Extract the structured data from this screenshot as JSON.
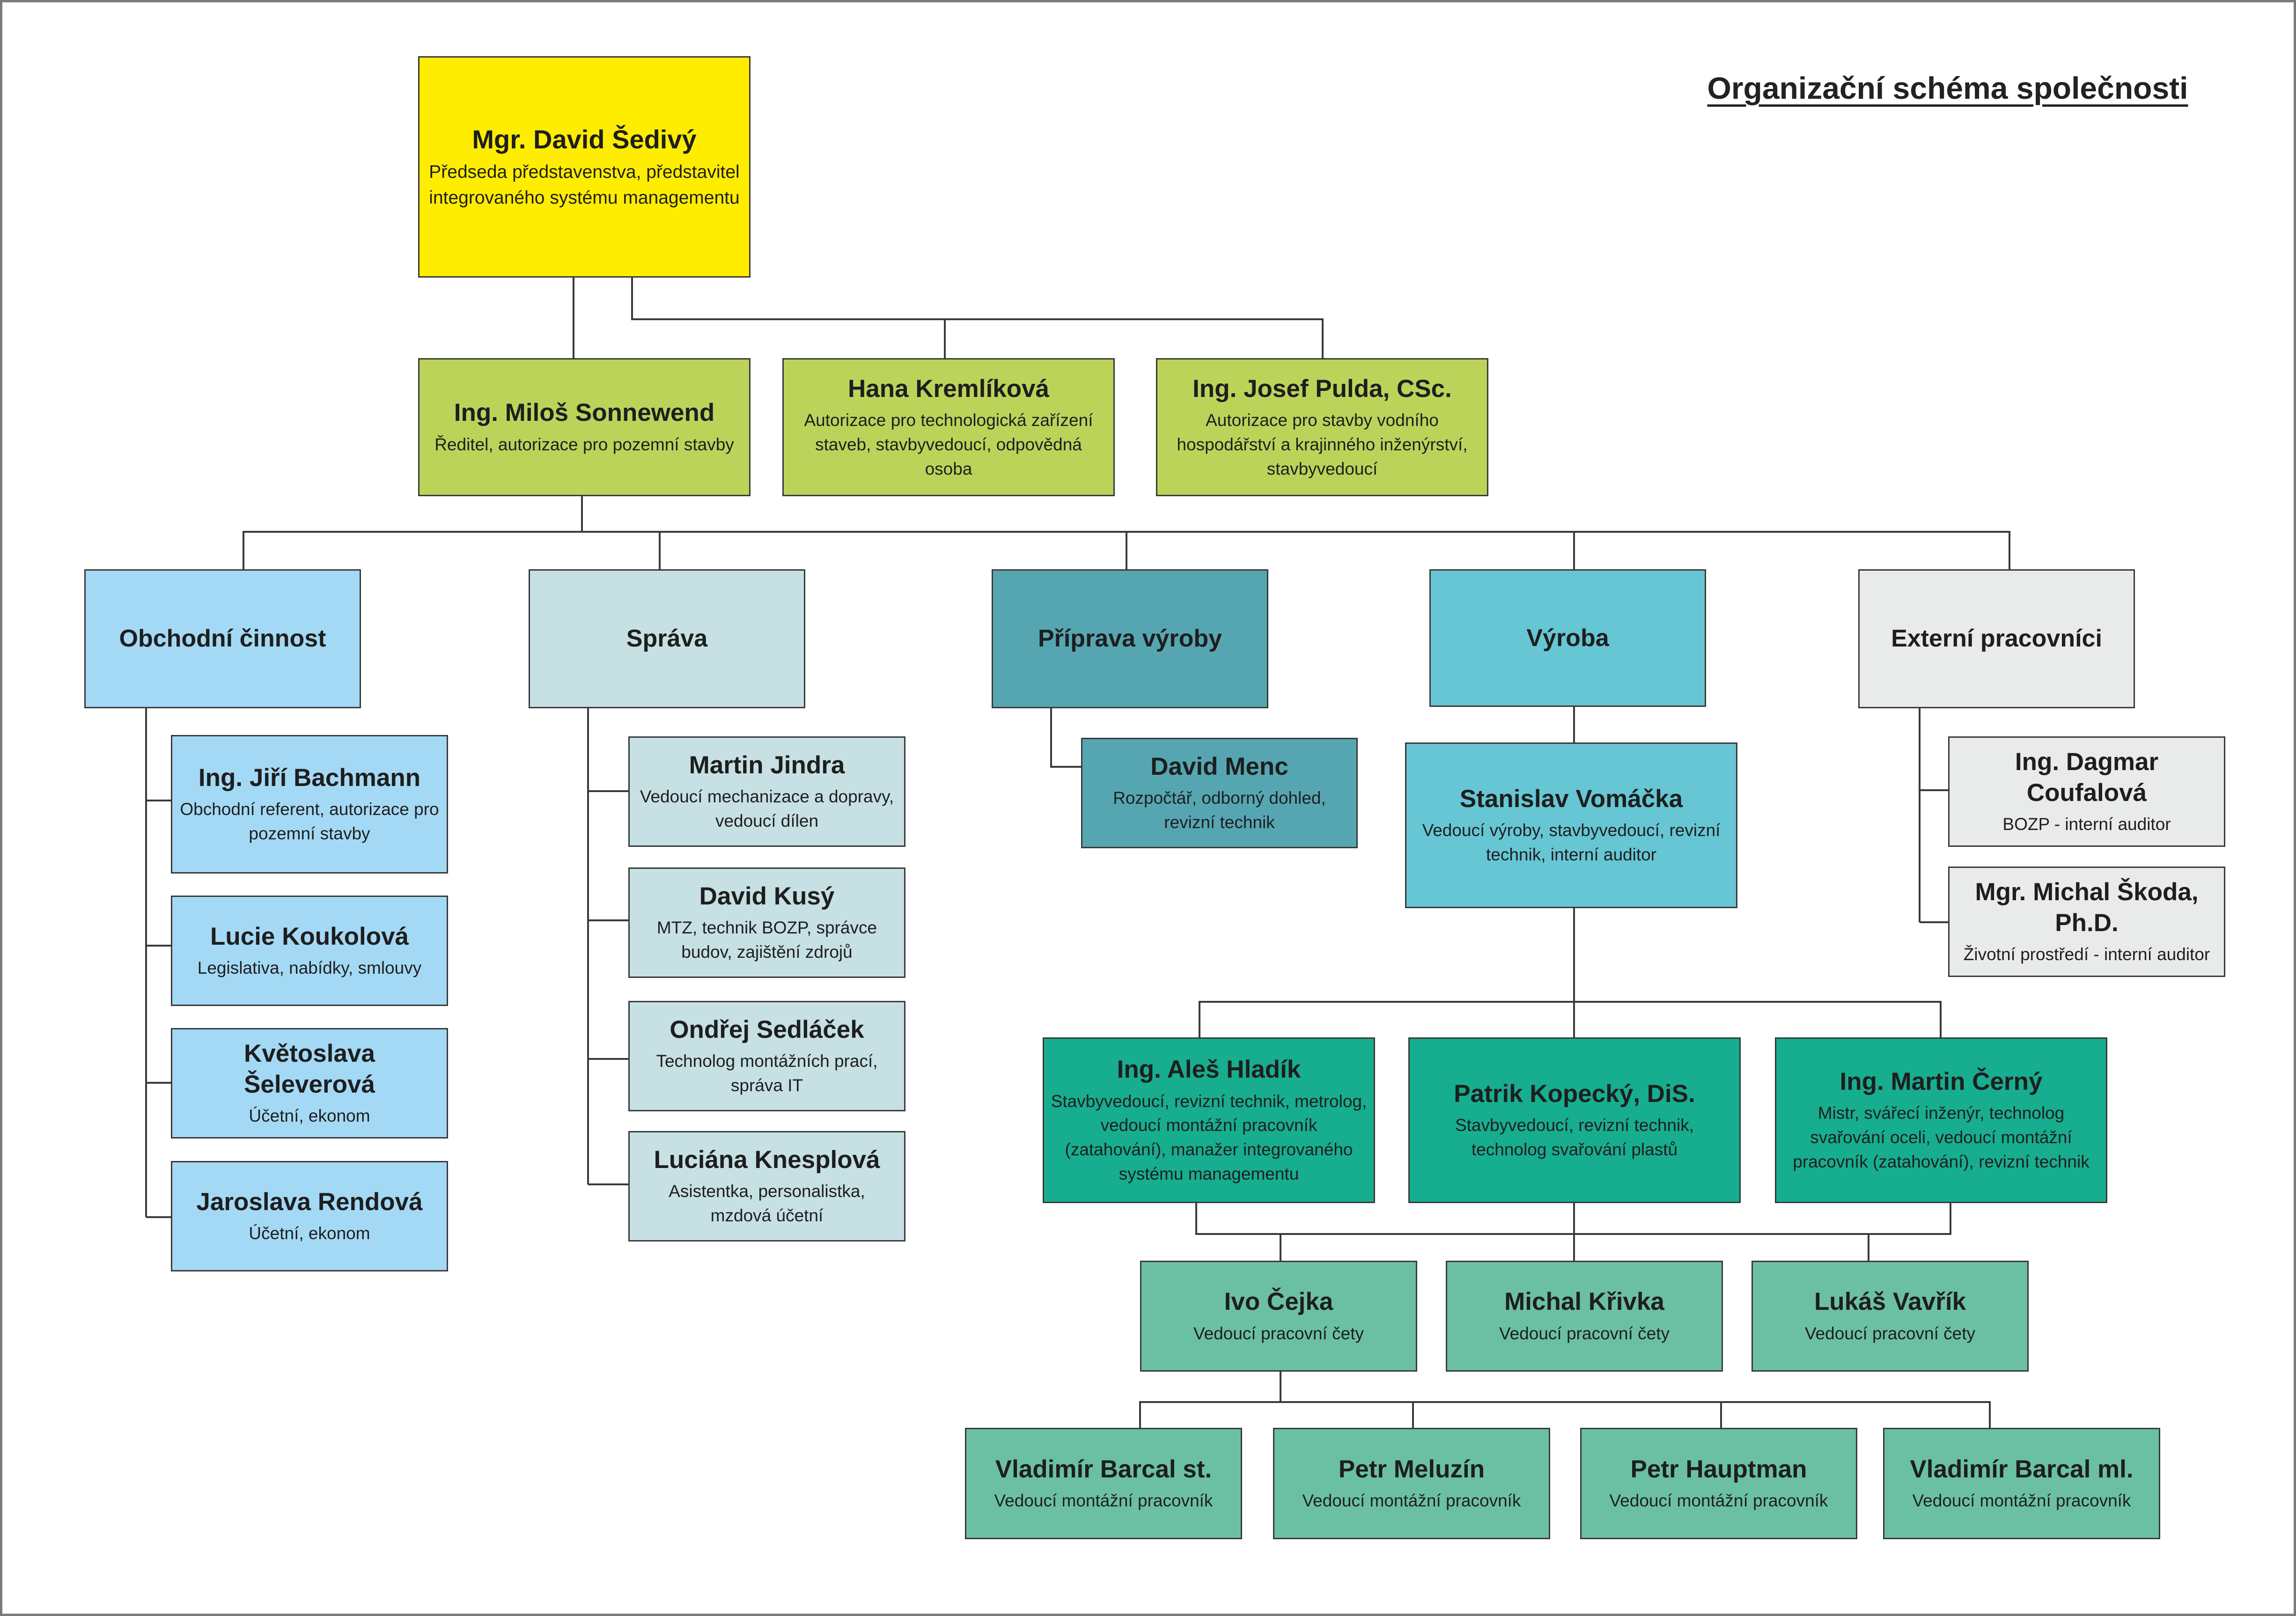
{
  "title": "Organizační schéma společnosti",
  "colors": {
    "ceo": "#ffed00",
    "management": "#bcd35a",
    "obchod": "#a4d9f5",
    "sprava": "#c6e0e3",
    "priprava": "#56a6b2",
    "vyroba": "#66c6d4",
    "externi": "#e9eaea",
    "stavbyvedouci": "#17ad8f",
    "cety": "#6bc0a3",
    "lines": "#3a3a3a"
  },
  "ceo": {
    "name": "Mgr. David Šedivý",
    "role": "Předseda představenstva, představitel integrovaného systému managementu"
  },
  "management": [
    {
      "name": "Ing. Miloš Sonnewend",
      "role": "Ředitel, autorizace pro pozemní stavby"
    },
    {
      "name": "Hana Kremlíková",
      "role": "Autorizace pro technologická zařízení staveb, stavbyvedoucí, odpovědná osoba"
    },
    {
      "name": "Ing. Josef Pulda, CSc.",
      "role": "Autorizace pro stavby vodního hospodářství a krajinného inženýrství, stavbyvedoucí"
    }
  ],
  "departments": [
    {
      "name": "Obchodní činnost"
    },
    {
      "name": "Správa"
    },
    {
      "name": "Příprava výroby"
    },
    {
      "name": "Výroba"
    },
    {
      "name": "Externí pracovníci"
    }
  ],
  "obchod": [
    {
      "name": "Ing. Jiří Bachmann",
      "role": "Obchodní referent, autorizace pro pozemní stavby"
    },
    {
      "name": "Lucie Koukolová",
      "role": "Legislativa, nabídky, smlouvy"
    },
    {
      "name": "Květoslava Šeleverová",
      "role": "Účetní, ekonom"
    },
    {
      "name": "Jaroslava Rendová",
      "role": "Účetní, ekonom"
    }
  ],
  "sprava": [
    {
      "name": "Martin Jindra",
      "role": "Vedoucí mechanizace a dopravy, vedoucí dílen"
    },
    {
      "name": "David Kusý",
      "role": "MTZ, technik BOZP, správce budov, zajištění zdrojů"
    },
    {
      "name": "Ondřej Sedláček",
      "role": "Technolog montážních prací, správa IT"
    },
    {
      "name": "Luciána Knesplová",
      "role": "Asistentka, personalistka, mzdová účetní"
    }
  ],
  "priprava": [
    {
      "name": "David Menc",
      "role": "Rozpočtář, odborný dohled, revizní technik"
    }
  ],
  "vyroba_head": {
    "name": "Stanislav Vomáčka",
    "role": "Vedoucí výroby, stavbyvedoucí, revizní technik, interní auditor"
  },
  "externi": [
    {
      "name": "Ing. Dagmar Coufalová",
      "role": "BOZP - interní auditor"
    },
    {
      "name": "Mgr. Michal Škoda, Ph.D.",
      "role": "Životní prostředí - interní auditor"
    }
  ],
  "stavbyvedouci": [
    {
      "name": "Ing. Aleš Hladík",
      "role": "Stavbyvedoucí, revizní technik, metrolog, vedoucí montážní pracovník (zatahování), manažer integrovaného systému managementu"
    },
    {
      "name": "Patrik Kopecký, DiS.",
      "role": "Stavbyvedoucí, revizní technik, technolog svařování plastů"
    },
    {
      "name": "Ing. Martin Černý",
      "role": "Mistr, svářecí inženýr, technolog svařování oceli, vedoucí montážní pracovník (zatahování), revizní technik"
    }
  ],
  "cety": [
    {
      "name": "Ivo Čejka",
      "role": "Vedoucí pracovní čety"
    },
    {
      "name": "Michal Křivka",
      "role": "Vedoucí pracovní čety"
    },
    {
      "name": "Lukáš Vavřík",
      "role": "Vedoucí pracovní čety"
    }
  ],
  "montazni": [
    {
      "name": "Vladimír Barcal st.",
      "role": "Vedoucí montážní pracovník"
    },
    {
      "name": "Petr Meluzín",
      "role": "Vedoucí montážní pracovník"
    },
    {
      "name": "Petr Hauptman",
      "role": "Vedoucí montážní pracovník"
    },
    {
      "name": "Vladimír Barcal ml.",
      "role": "Vedoucí montážní pracovník"
    }
  ]
}
